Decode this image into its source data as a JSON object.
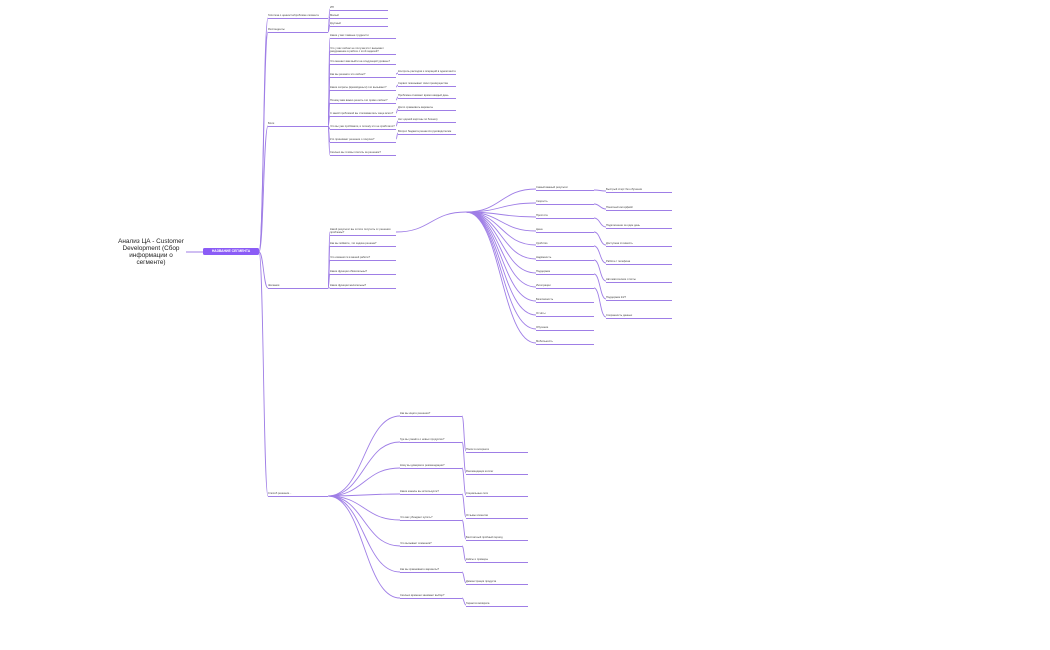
{
  "root": {
    "title": "Анализ ЦА - Customer Development (Сбор информации о сегменте)"
  },
  "segment": {
    "label": "НАЗВАНИЕ СЕГМЕНТА"
  },
  "branches": {
    "target": "Гипотеза о ценности/проблеме сегмента",
    "questions": "Респонденты",
    "pains": "Боли",
    "desires": "Желания",
    "solution": "Способ решения..."
  },
  "respondents": [
    "ИП",
    "Малый",
    "Крупный"
  ],
  "pains_block": [
    "Какие у вас главные трудности",
    "Что у вас сейчас не получается / вызывает раздражение в работе с этой задачей?",
    "Что мешает вам выйти на следующий уровень?",
    "Как вы решаете это сейчас?",
    "Какие затраты (время/деньги) это вызывает?",
    "Почему вам важно решить это прямо сейчас?",
    "С какой проблемой вы сталкиваетесь чаще всего?",
    "Что вы уже пробовали, и почему это не сработало?",
    "Кто принимает решение о покупке?",
    "Сколько вы готовы платить за решение?"
  ],
  "pains_sub": [
    "Контроль расходов и операций в одном месте",
    "Сервис показывает свои преимущества",
    "Проблема отнимает время каждый день",
    "Долго сравнивать варианты",
    "Нет единой картины по бизнесу",
    "Вопрос бюджета решается руководителем"
  ],
  "desires_block": [
    "Какой результат вы хотите получить от решения проблемы?",
    "Как вы поймёте, что задача решена?",
    "Что изменится в вашей работе?",
    "Какие функции обязательны?",
    "Какие функции желательны?"
  ],
  "desires_tree": [
    "Самый важный результат",
    "Скорость",
    "Простота",
    "Цена",
    "Удобство",
    "Надёжность",
    "Поддержка",
    "Интеграции",
    "Безопасность",
    "Отчёты",
    "Обучение",
    "Мобильность"
  ],
  "desires_detail": [
    "Быстрый старт без обучения",
    "Понятный интерфейс",
    "Подключение за один день",
    "Доступная стоимость",
    "Работа с телефона",
    "Автоматические отчёты",
    "Поддержка 24/7",
    "Сохранность данных"
  ],
  "solution_block": [
    "Как вы ищете решения?",
    "Где вы узнаёте о новых продуктах?",
    "Кому вы доверяете рекомендации?",
    "Какие каналы вы используете?",
    "Что вас убеждает купить?",
    "Что вызывает сомнения?",
    "Как вы сравниваете варианты?",
    "Сколько времени занимает выбор?"
  ],
  "solution_sub": [
    "Поиск в интернете",
    "Рекомендации коллег",
    "Социальные сети",
    "Отзывы клиентов",
    "Бесплатный пробный период",
    "Кейсы и примеры",
    "Демонстрация продукта",
    "Гарантия возврата"
  ]
}
